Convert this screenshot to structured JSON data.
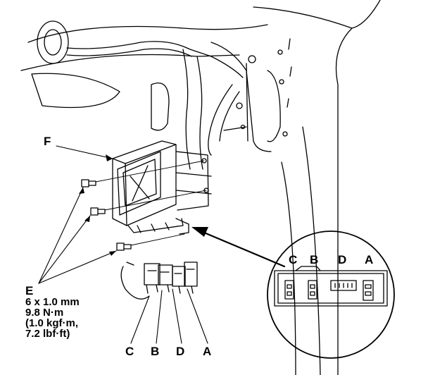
{
  "callouts": {
    "module": "F",
    "bolts": "E",
    "bolt_size": "6 x 1.0 mm",
    "torque_nm": "9.8 N·m",
    "torque_kgf": "(1.0 kgf·m,",
    "torque_lbf": "7.2 lbf·ft)"
  },
  "connectors_bottom": [
    "C",
    "B",
    "D",
    "A"
  ],
  "connectors_detail": [
    "C",
    "B",
    "D",
    "A"
  ],
  "colors": {
    "ink": "#000000",
    "paper": "#ffffff"
  }
}
